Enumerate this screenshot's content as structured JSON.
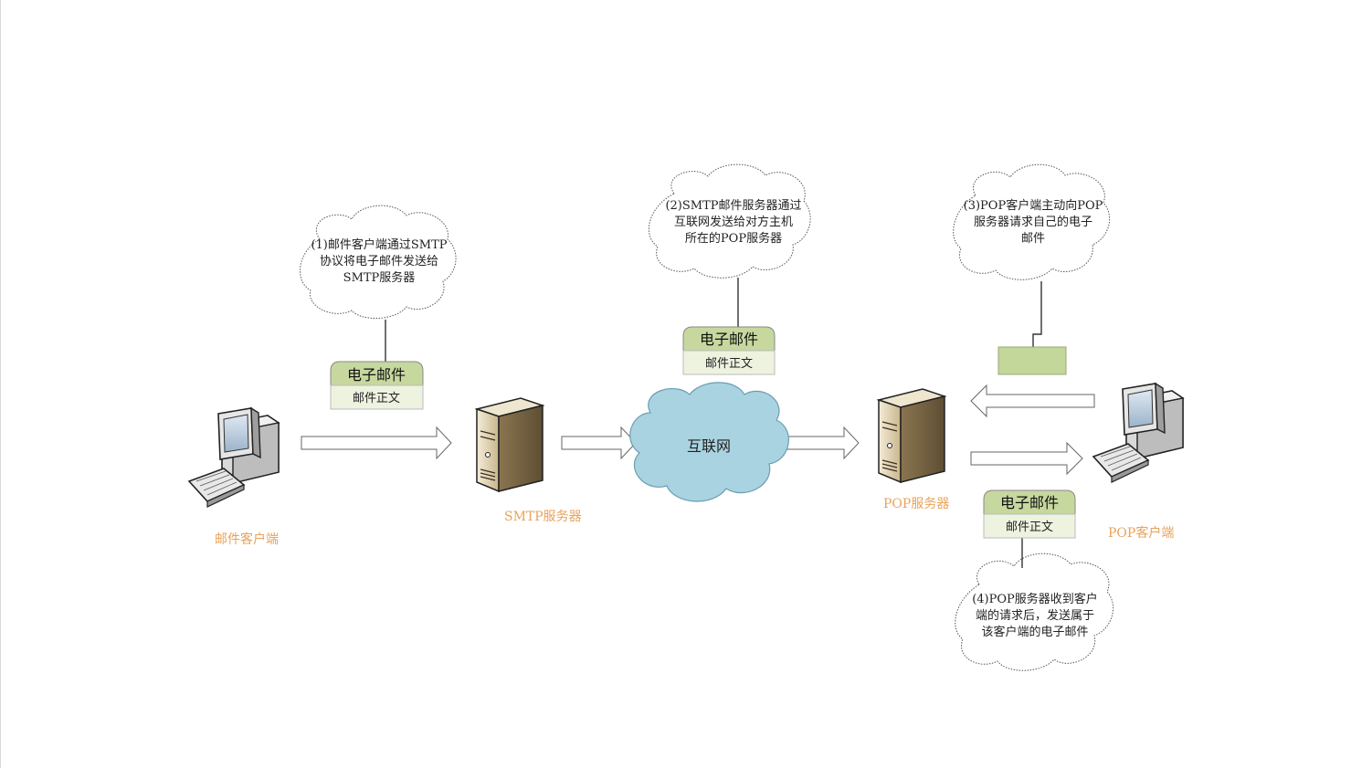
{
  "nodes": {
    "mail_client": "邮件客户端",
    "smtp_server": "SMTP服务器",
    "internet": "互联网",
    "pop_server": "POP服务器",
    "pop_client": "POP客户端"
  },
  "mail_box": {
    "title": "电子邮件",
    "body": "邮件正文"
  },
  "notes": {
    "step1": [
      "(1)邮件客户端通过SMTP",
      "协议将电子邮件发送给",
      "SMTP服务器"
    ],
    "step2": [
      "(2)SMTP邮件服务器通过",
      "互联网发送给对方主机",
      "所在的POP服务器"
    ],
    "step3": [
      "(3)POP客户端主动向POP",
      "服务器请求自己的电子",
      "邮件"
    ],
    "step4": [
      "(4)POP服务器收到客户",
      "端的请求后，发送属于",
      "该客户端的电子邮件"
    ]
  },
  "colors": {
    "label_orange": "#e8a25a",
    "cloud_blue": "#a9d3e0",
    "mail_header_green": "#c6d89e",
    "mail_body_green": "#eef3e0",
    "request_box_green": "#c3d79b",
    "server_tan": "#d8c9a5"
  }
}
